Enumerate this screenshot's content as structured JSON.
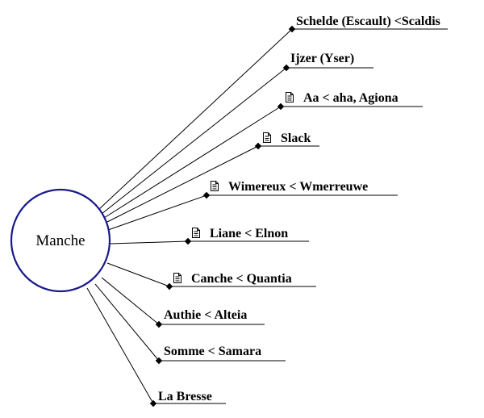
{
  "colors": {
    "hub_stroke": "#1a1a8c",
    "line": "#000000",
    "underline": "#000000"
  },
  "hub": {
    "label": "Manche"
  },
  "nodes": [
    {
      "label": "Schelde (Escault) <Scaldis",
      "has_document_icon": false
    },
    {
      "label": "Ijzer (Yser)",
      "has_document_icon": false
    },
    {
      "label": "Aa < aha, Agiona",
      "has_document_icon": true
    },
    {
      "label": "Slack",
      "has_document_icon": true
    },
    {
      "label": "Wimereux < Wmerreuwe",
      "has_document_icon": true
    },
    {
      "label": "Liane < Elnon",
      "has_document_icon": true
    },
    {
      "label": "Canche < Quantia",
      "has_document_icon": true
    },
    {
      "label": "Authie < Alteia",
      "has_document_icon": false
    },
    {
      "label": "Somme < Samara",
      "has_document_icon": false
    },
    {
      "label": "La Bresse",
      "has_document_icon": false
    }
  ]
}
